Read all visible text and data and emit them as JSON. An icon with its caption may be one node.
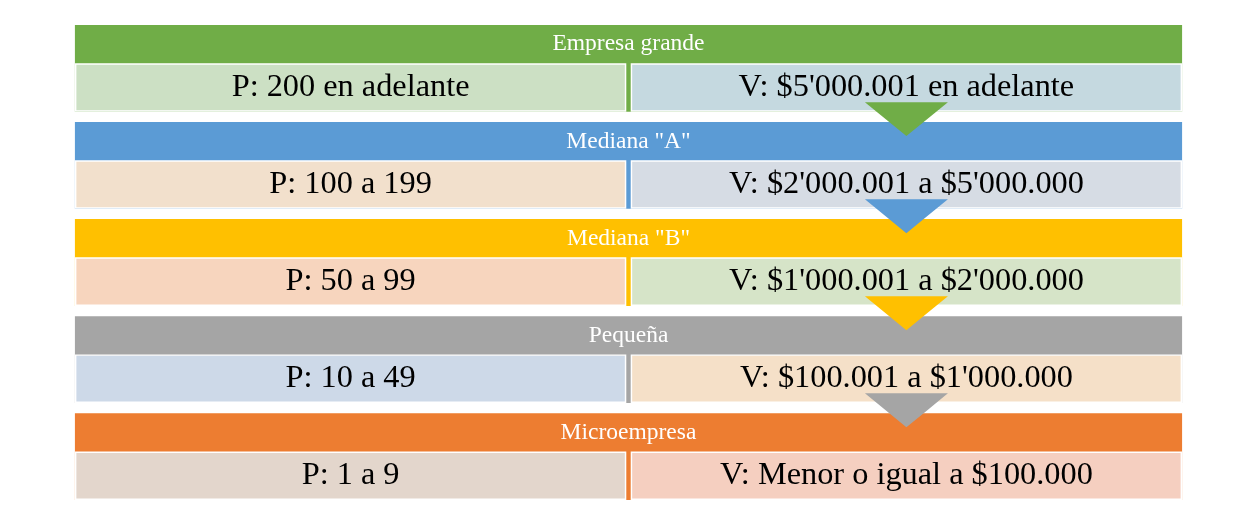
{
  "diagram": {
    "nodes": [
      {
        "text": [
          "Empresa grande"
        ]
      },
      {
        "text": [
          "V: $5'000.001 en adelante"
        ],
        "in": 0
      },
      {
        "text": [
          "P: 200 en adelante"
        ],
        "in": 0
      },
      {
        "text": [
          "Mediana \"A\""
        ]
      },
      {
        "text": [
          "V: $2'000.001 a $5'000.000"
        ],
        "in": 3
      },
      {
        "text": [
          "P: 100 a 199"
        ],
        "in": 3
      },
      {
        "text": [
          "Mediana \"B\""
        ]
      },
      {
        "text": [
          "V: $1'000.001 a $2'000.000"
        ],
        "in": 6
      },
      {
        "text": [
          "P: 50 a 99"
        ],
        "in": 6
      },
      {
        "text": [
          "Pequeña"
        ]
      },
      {
        "text": [
          "V: $100.001 a $1'000.000"
        ],
        "in": 9
      },
      {
        "text": [
          "P: 10 a 49"
        ],
        "in": 9
      },
      {
        "text": [
          "Microempresa"
        ]
      },
      {
        "text": [
          "V: Menor o igual a $100.000"
        ],
        "in": 12
      },
      {
        "text": [
          "P: 1 a 9"
        ],
        "in": 12
      }
    ],
    "edges": [
      {
        "from": 0,
        "to": 3,
        "arrow": "to",
        "style": "thick",
        "color": "#70ad47"
      },
      {
        "from": 3,
        "to": 6,
        "arrow": "to",
        "style": "thick",
        "color": "#5b9bd5"
      },
      {
        "from": 6,
        "to": 9,
        "arrow": "to",
        "style": "thick",
        "color": "#ffc000"
      },
      {
        "from": 9,
        "to": 12,
        "arrow": "to",
        "style": "thick",
        "color": "#a5a5a5"
      }
    ]
  }
}
